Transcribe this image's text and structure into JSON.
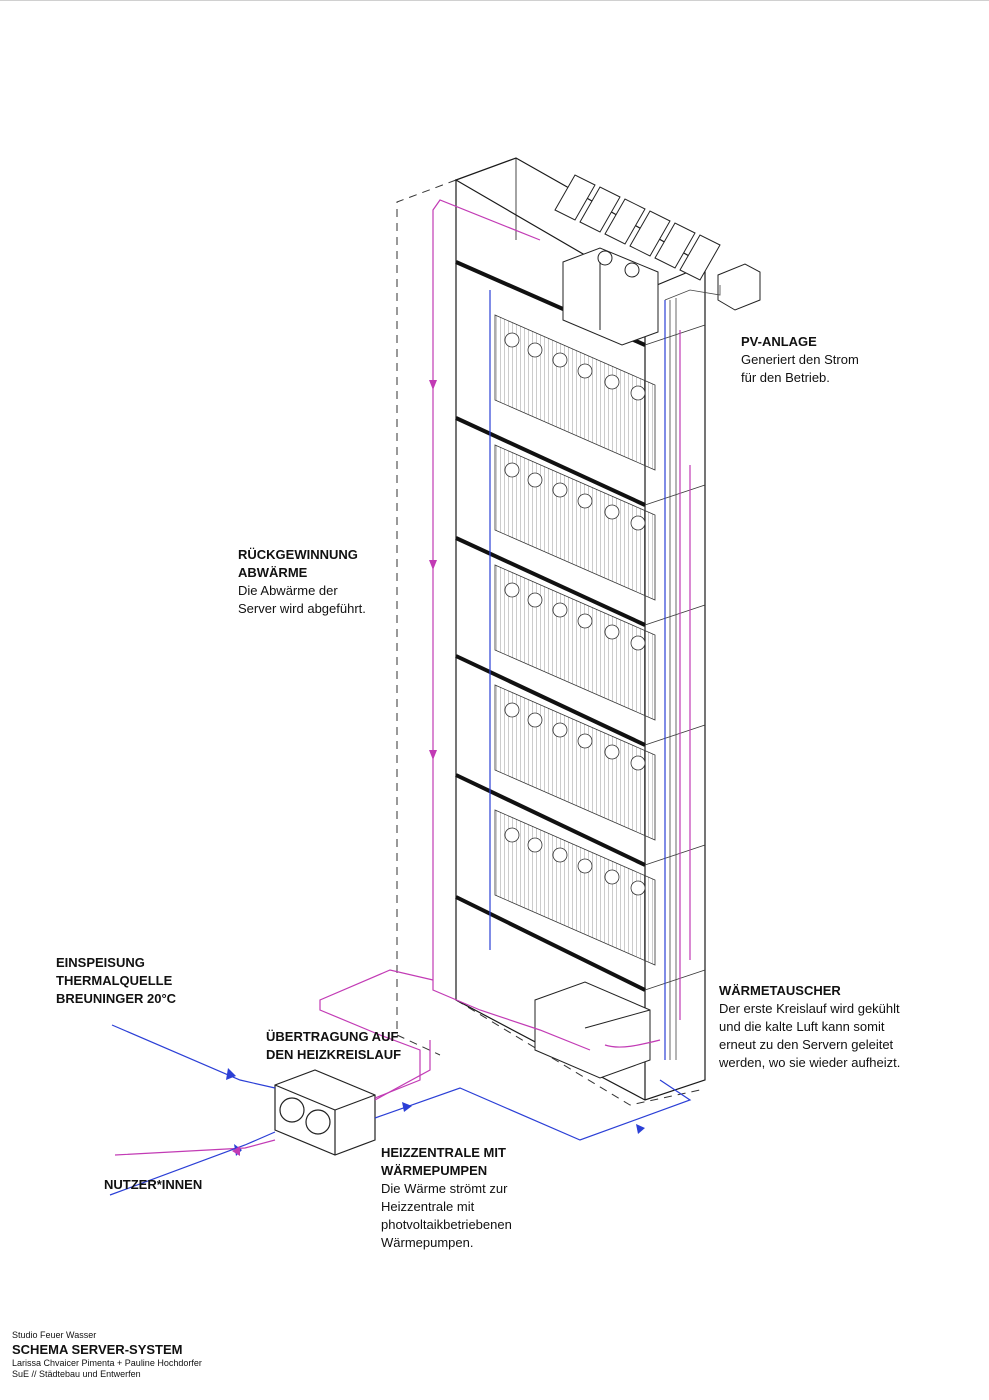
{
  "labels": {
    "pv": {
      "title": "PV-ANLAGE",
      "line1": "Generiert den Strom",
      "line2": "für den Betrieb."
    },
    "rueck": {
      "title1": "RÜCKGEWINNUNG",
      "title2": "ABWÄRME",
      "line1": "Die Abwärme der",
      "line2": "Server wird abgeführt."
    },
    "einspeisung": {
      "line1": "EINSPEISUNG",
      "line2": "THERMALQUELLE",
      "line3": "BREUNINGER 20°C"
    },
    "uebertragung": {
      "line1": "ÜBERTRAGUNG AUF",
      "line2": "DEN HEIZKREISLAUF"
    },
    "waermetauscher": {
      "title": "WÄRMETAUSCHER",
      "line1": "Der erste Kreislauf wird gekühlt",
      "line2": "und die kalte Luft kann somit",
      "line3": "erneut zu den Servern geleitet",
      "line4": "werden, wo sie wieder aufheizt."
    },
    "nutzer": {
      "title": "NUTZER*INNEN"
    },
    "heizzentrale": {
      "title1": "HEIZZENTRALE MIT",
      "title2": "WÄRMEPUMPEN",
      "line1": "Die Wärme strömt zur",
      "line2": "Heizzentrale mit",
      "line3": "photvoltaikbetriebenen",
      "line4": "Wärmepumpen."
    }
  },
  "credits": {
    "studio": "Studio Feuer Wasser",
    "title": "SCHEMA SERVER-SYSTEM",
    "authors": "Larissa Chvaicer Pimenta + Pauline Hochdorfer",
    "course": "SuE // Städtebau und Entwerfen"
  },
  "colors": {
    "pink": "#c23bb5",
    "blue": "#2b3fd6",
    "line": "#1a1a1a"
  }
}
